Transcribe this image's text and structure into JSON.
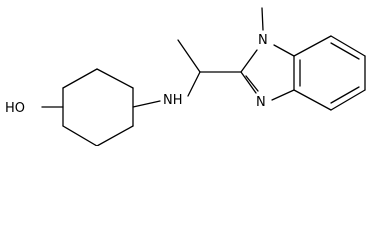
{
  "molecule": {
    "atom_labels": {
      "hydroxyl": "HO",
      "amine": "NH",
      "imidazole_n_methyl": "N",
      "imidazole_n": "N"
    }
  },
  "colors": {
    "bond": "#000000",
    "background": "#ffffff"
  }
}
